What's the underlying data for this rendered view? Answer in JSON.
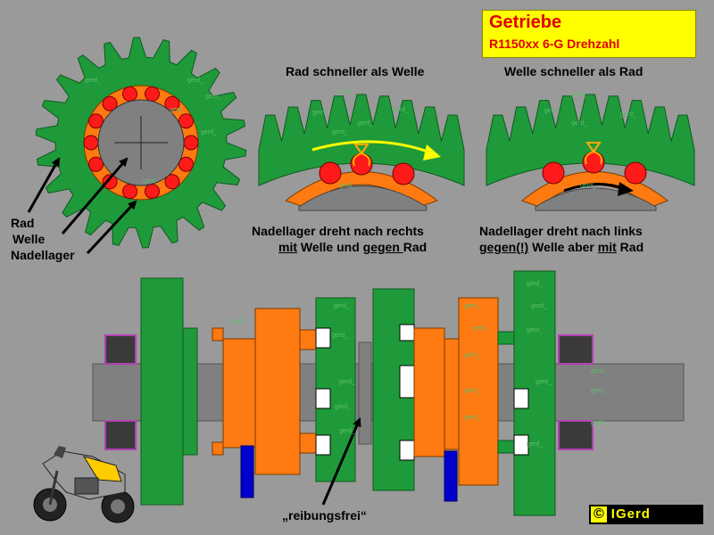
{
  "title": {
    "main": "Getriebe",
    "sub": "R1150xx 6-G Drehzahl"
  },
  "left_gear": {
    "labels": [
      "Rad",
      "Welle",
      "Nadellager"
    ]
  },
  "middle_panel": {
    "heading": "Rad schneller als Welle",
    "caption_line1": "Nadellager dreht  nach rechts",
    "caption_line2_parts": [
      "mit",
      " Welle und ",
      "gegen ",
      "Rad"
    ]
  },
  "right_panel": {
    "heading": "Welle schneller als Rad",
    "caption_line1": "Nadellager dreht  nach links",
    "caption_line2_parts": [
      "gegen(!)",
      " Welle  aber ",
      "mit",
      " Rad"
    ]
  },
  "shaft_diagram": {
    "annotation": "„reibungsfrei“"
  },
  "watermark": "gerd_",
  "logo": {
    "copyright": "©",
    "name": "IGerd"
  },
  "colors": {
    "background": "#9a9a9a",
    "gear_green": "#1f9a3a",
    "bearing_orange": "#ff7a10",
    "ball_red": "#ff1a1a",
    "shaft_gray": "#808080",
    "title_yellow": "#ffff00",
    "title_red": "#e00000",
    "spacer_blue": "#0000cc",
    "bearing_purple": "#b040b0"
  }
}
